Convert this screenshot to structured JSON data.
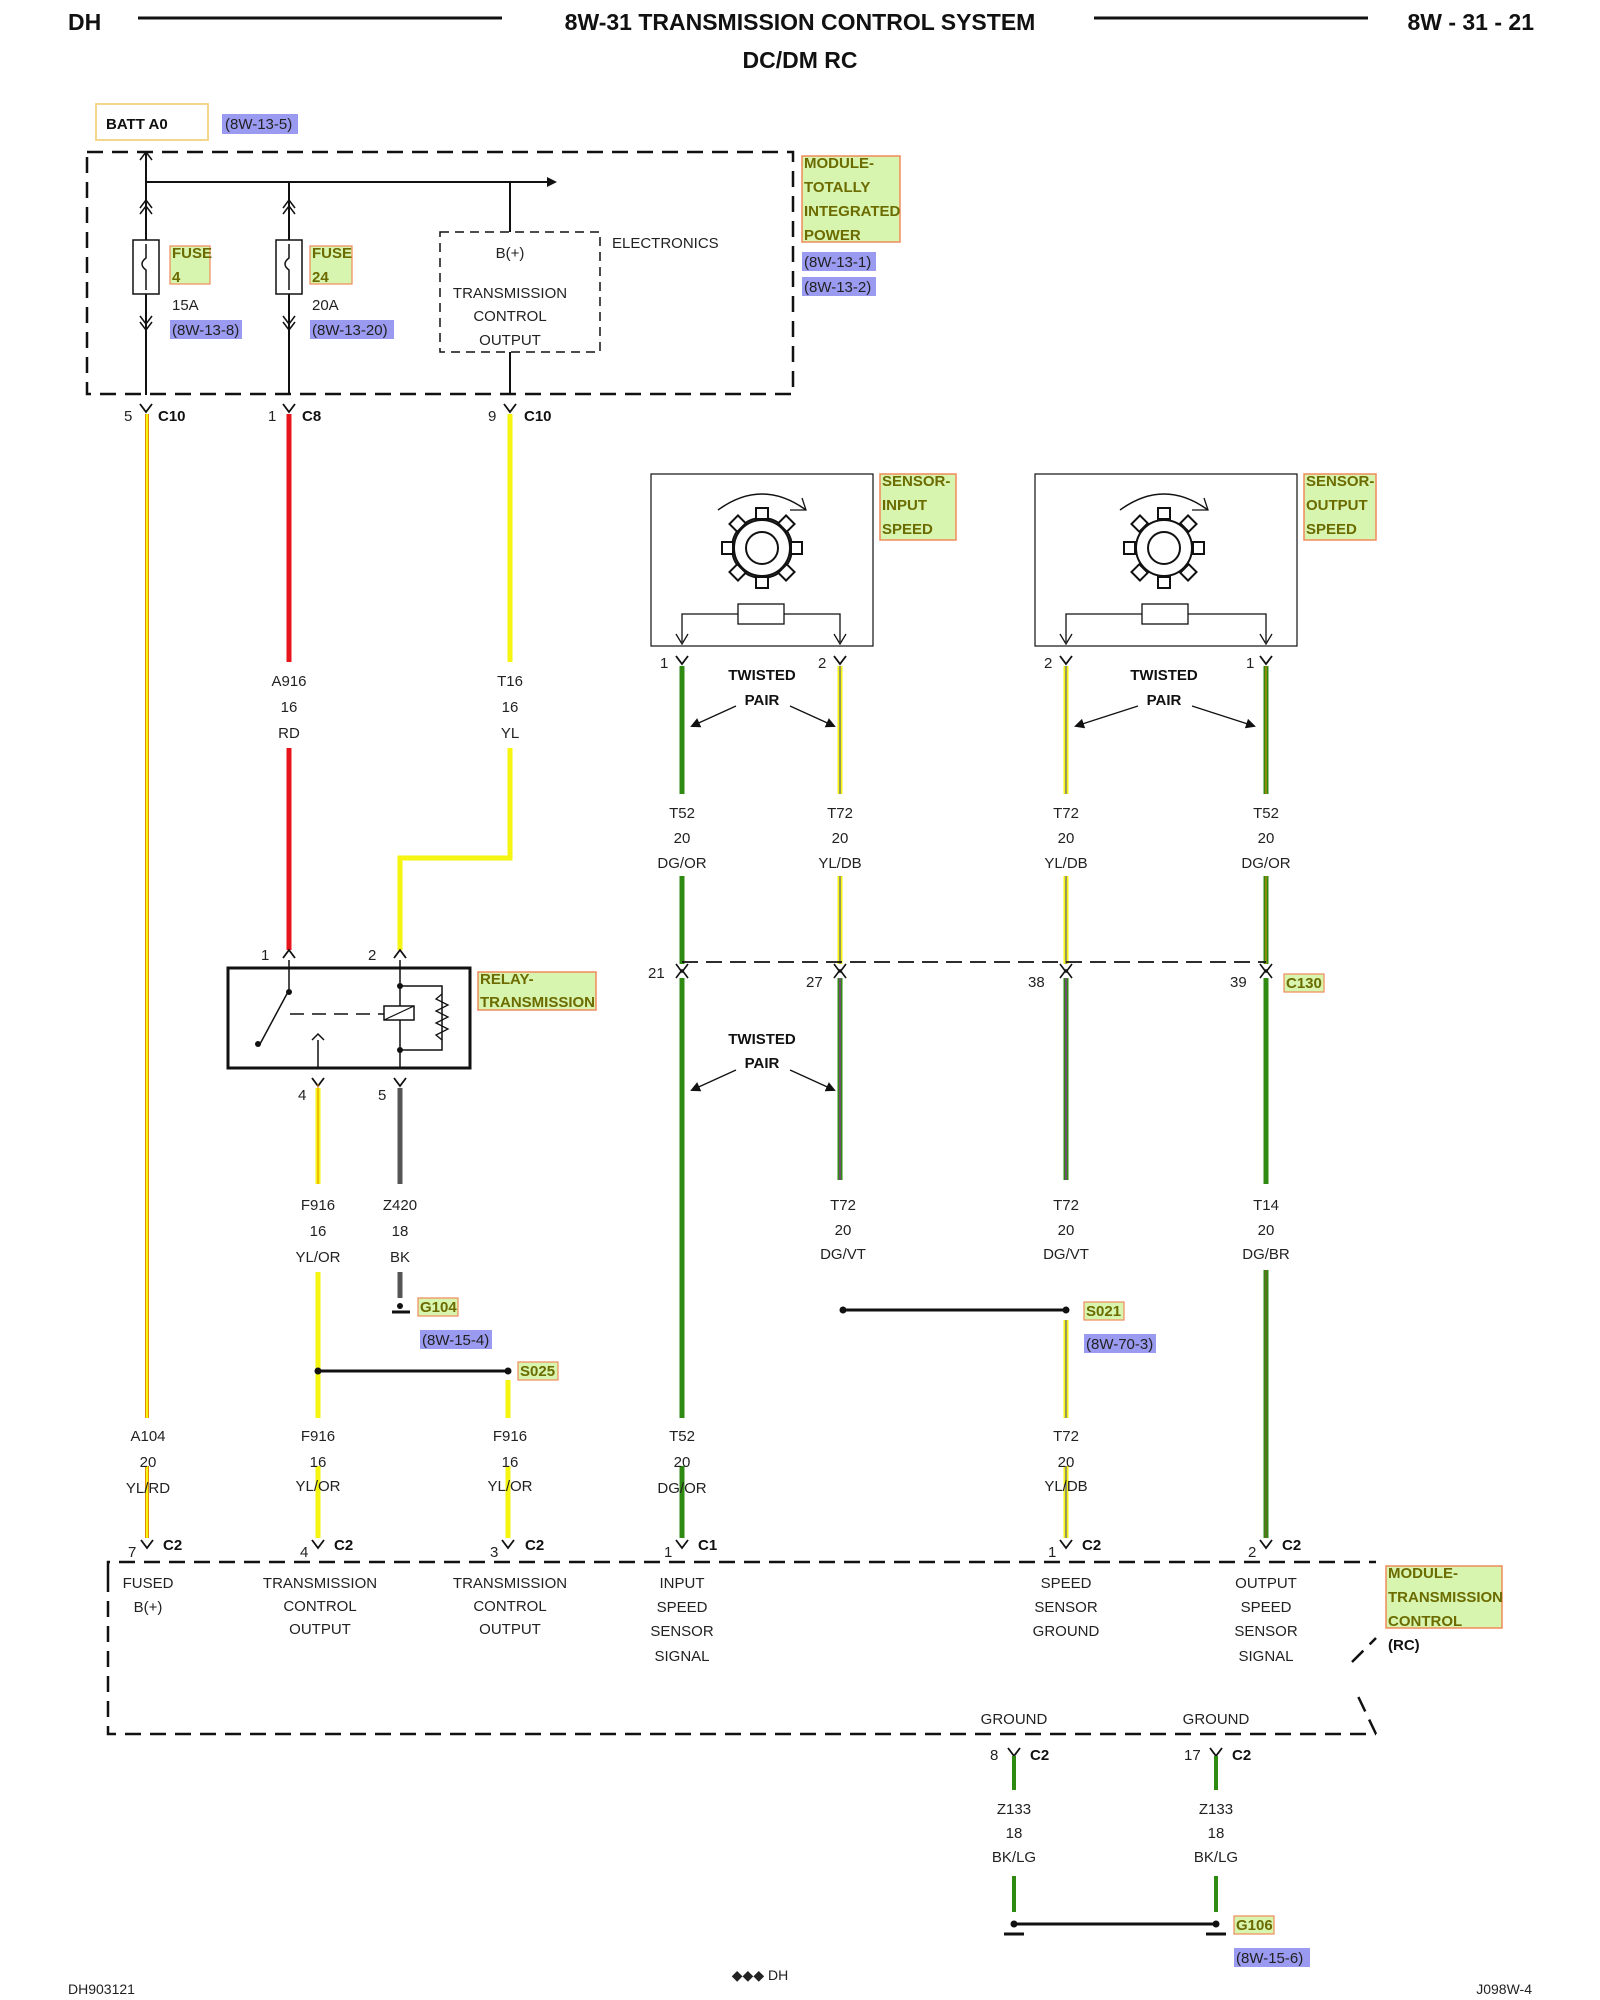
{
  "header": {
    "left": "DH",
    "title": "8W-31 TRANSMISSION CONTROL SYSTEM",
    "subtitle": "DC/DM RC",
    "right": "8W - 31 - 21"
  },
  "batt": "BATT A0",
  "refs": {
    "batt": "(8W-13-5)",
    "fuse4": "(8W-13-8)",
    "fuse24": "(8W-13-20)",
    "tipm1": "(8W-13-1)",
    "tipm2": "(8W-13-2)",
    "g104": "(8W-15-4)",
    "s021": "(8W-70-3)",
    "g106": "(8W-15-6)"
  },
  "tipm": {
    "label": [
      "MODULE-",
      "TOTALLY",
      "INTEGRATED",
      "POWER"
    ],
    "fuse4": [
      "FUSE",
      "4"
    ],
    "fuse4_rating": "15A",
    "fuse24": [
      "FUSE",
      "24"
    ],
    "fuse24_rating": "20A",
    "electronics": "ELECTRONICS",
    "output_block": [
      "B(+)",
      "TRANSMISSION",
      "CONTROL",
      "OUTPUT"
    ]
  },
  "connectors": {
    "c10a": {
      "pin": "5",
      "name": "C10"
    },
    "c8": {
      "pin": "1",
      "name": "C8"
    },
    "c10b": {
      "pin": "9",
      "name": "C10"
    },
    "c130": "C130",
    "pins_c130": [
      "21",
      "27",
      "38",
      "39"
    ]
  },
  "sensors": {
    "input": {
      "label": [
        "SENSOR-",
        "INPUT",
        "SPEED"
      ],
      "pin_a": "1",
      "pin_b": "2"
    },
    "output": {
      "label": [
        "SENSOR-",
        "OUTPUT",
        "SPEED"
      ],
      "pin_a": "2",
      "pin_b": "1"
    },
    "twisted": [
      "TWISTED",
      "PAIR"
    ]
  },
  "relay": {
    "label": [
      "RELAY-",
      "TRANSMISSION"
    ],
    "pins": [
      "1",
      "2",
      "4",
      "5"
    ]
  },
  "wires": {
    "a916": [
      "A916",
      "16",
      "RD"
    ],
    "t16": [
      "T16",
      "16",
      "YL"
    ],
    "t52a": [
      "T52",
      "20",
      "DG/OR"
    ],
    "t72a": [
      "T72",
      "20",
      "YL/DB"
    ],
    "t72b": [
      "T72",
      "20",
      "YL/DB"
    ],
    "t52b": [
      "T52",
      "20",
      "DG/OR"
    ],
    "f916a": [
      "F916",
      "16",
      "YL/OR"
    ],
    "z420": [
      "Z420",
      "18",
      "BK"
    ],
    "t72c": [
      "T72",
      "20",
      "DG/VT"
    ],
    "t72d": [
      "T72",
      "20",
      "DG/VT"
    ],
    "t14": [
      "T14",
      "20",
      "DG/BR"
    ],
    "a104": [
      "A104",
      "20",
      "YL/RD"
    ],
    "f916b": [
      "F916",
      "16",
      "YL/OR"
    ],
    "f916c": [
      "F916",
      "16",
      "YL/OR"
    ],
    "t52c": [
      "T52",
      "20",
      "DG/OR"
    ],
    "t72e": [
      "T72",
      "20",
      "YL/DB"
    ],
    "z133a": [
      "Z133",
      "18",
      "BK/LG"
    ],
    "z133b": [
      "Z133",
      "18",
      "BK/LG"
    ]
  },
  "splices": {
    "g104": "G104",
    "s025": "S025",
    "s021": "S021",
    "g106": "G106"
  },
  "tcm": {
    "label": [
      "MODULE-",
      "TRANSMISSION",
      "CONTROL"
    ],
    "rc": "(RC)",
    "pins": [
      {
        "pin": "7",
        "conn": "C2",
        "func": [
          "FUSED",
          "B(+)"
        ]
      },
      {
        "pin": "4",
        "conn": "C2",
        "func": [
          "TRANSMISSION",
          "CONTROL",
          "OUTPUT"
        ]
      },
      {
        "pin": "3",
        "conn": "C2",
        "func": [
          "TRANSMISSION",
          "CONTROL",
          "OUTPUT"
        ]
      },
      {
        "pin": "1",
        "conn": "C1",
        "func": [
          "INPUT",
          "SPEED",
          "SENSOR",
          "SIGNAL"
        ]
      },
      {
        "pin": "1",
        "conn": "C2",
        "func": [
          "SPEED",
          "SENSOR",
          "GROUND"
        ]
      },
      {
        "pin": "2",
        "conn": "C2",
        "func": [
          "OUTPUT",
          "SPEED",
          "SENSOR",
          "SIGNAL"
        ]
      }
    ],
    "ground_label": "GROUND",
    "ground_pins": [
      {
        "pin": "8",
        "conn": "C2"
      },
      {
        "pin": "17",
        "conn": "C2"
      }
    ]
  },
  "footer": {
    "left": "DH903121",
    "center": "◆◆◆ DH",
    "right": "J098W-4"
  },
  "colors": {
    "red": "#e8141b",
    "yellow": "#f5f50f",
    "green": "#2f8a12",
    "black": "#555555",
    "orange": "#e68a00",
    "ref_bg": "#8f8fe8",
    "label_bg": "#d8f5b0",
    "label_border": "#f08a5a"
  }
}
